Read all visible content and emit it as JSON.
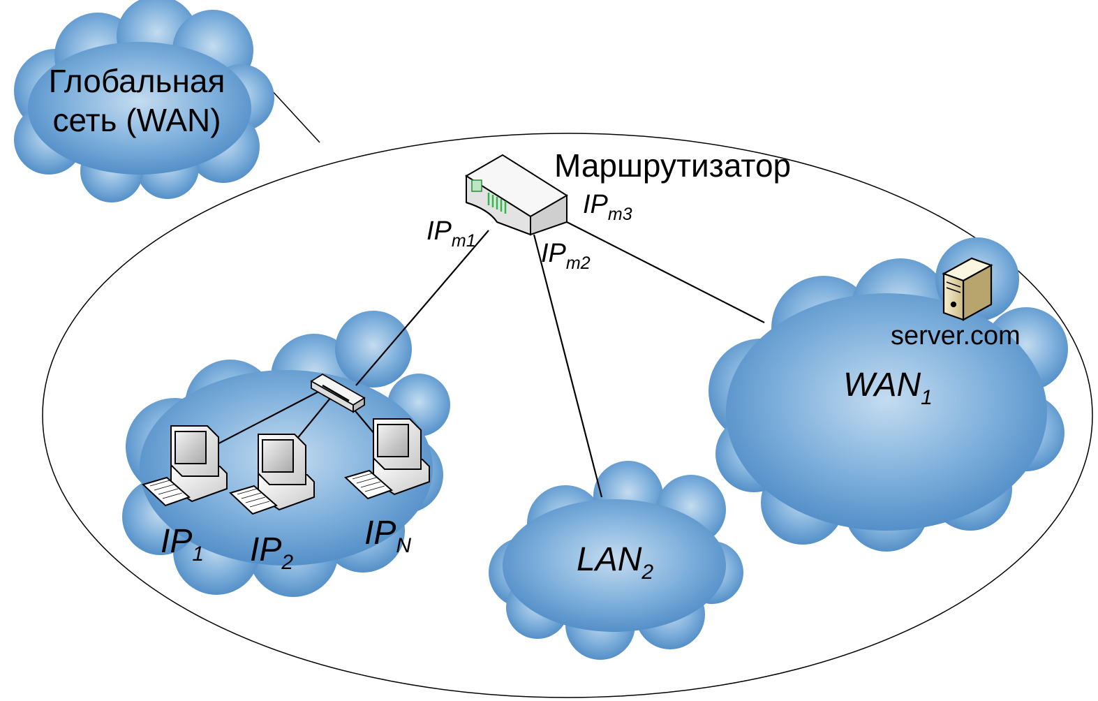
{
  "wan_cloud": {
    "line1": "Глобальная",
    "line2": "сеть (WAN)"
  },
  "router": {
    "title": "Маршрутизатор",
    "ports": [
      {
        "base": "IP",
        "sub": "m1"
      },
      {
        "base": "IP",
        "sub": "m2"
      },
      {
        "base": "IP",
        "sub": "m3"
      }
    ]
  },
  "lan1": {
    "hosts": [
      {
        "base": "IP",
        "sub": "1"
      },
      {
        "base": "IP",
        "sub": "2"
      },
      {
        "base": "IP",
        "sub": "N"
      }
    ]
  },
  "lan2": {
    "base": "LAN",
    "sub": "2"
  },
  "wan1": {
    "base": "WAN",
    "sub": "1",
    "server": "server.com"
  },
  "colors": {
    "cloud_light": "#a9cbe8",
    "cloud_mid": "#6fa3d4",
    "cloud_dark": "#3f7fbf",
    "line": "#000000",
    "router_led": "#2fb84a"
  }
}
